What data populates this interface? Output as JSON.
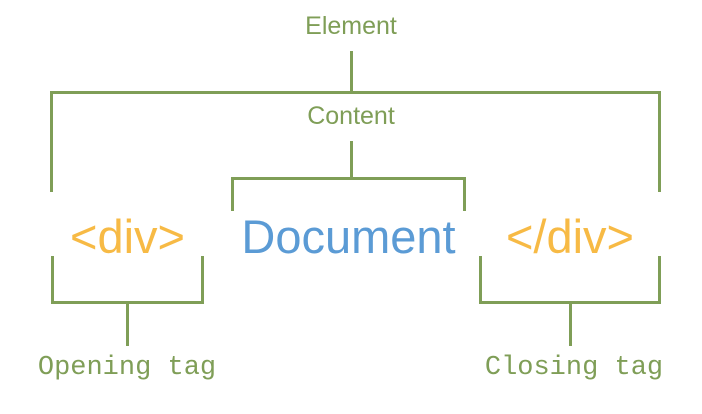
{
  "diagram": {
    "title": "HTML element anatomy diagram",
    "colors": {
      "line": "#7f9e57",
      "green_text": "#7f9e57",
      "orange_text": "#f7ba45",
      "blue_text": "#5b9bd5",
      "background": "#ffffff"
    },
    "nodes": {
      "element": "Element",
      "content": "Content",
      "opening_tag_code": "<div>",
      "document_text": "Document",
      "closing_tag_code": "</div>",
      "opening_tag_caption": "Opening tag",
      "closing_tag_caption": "Closing tag"
    }
  }
}
